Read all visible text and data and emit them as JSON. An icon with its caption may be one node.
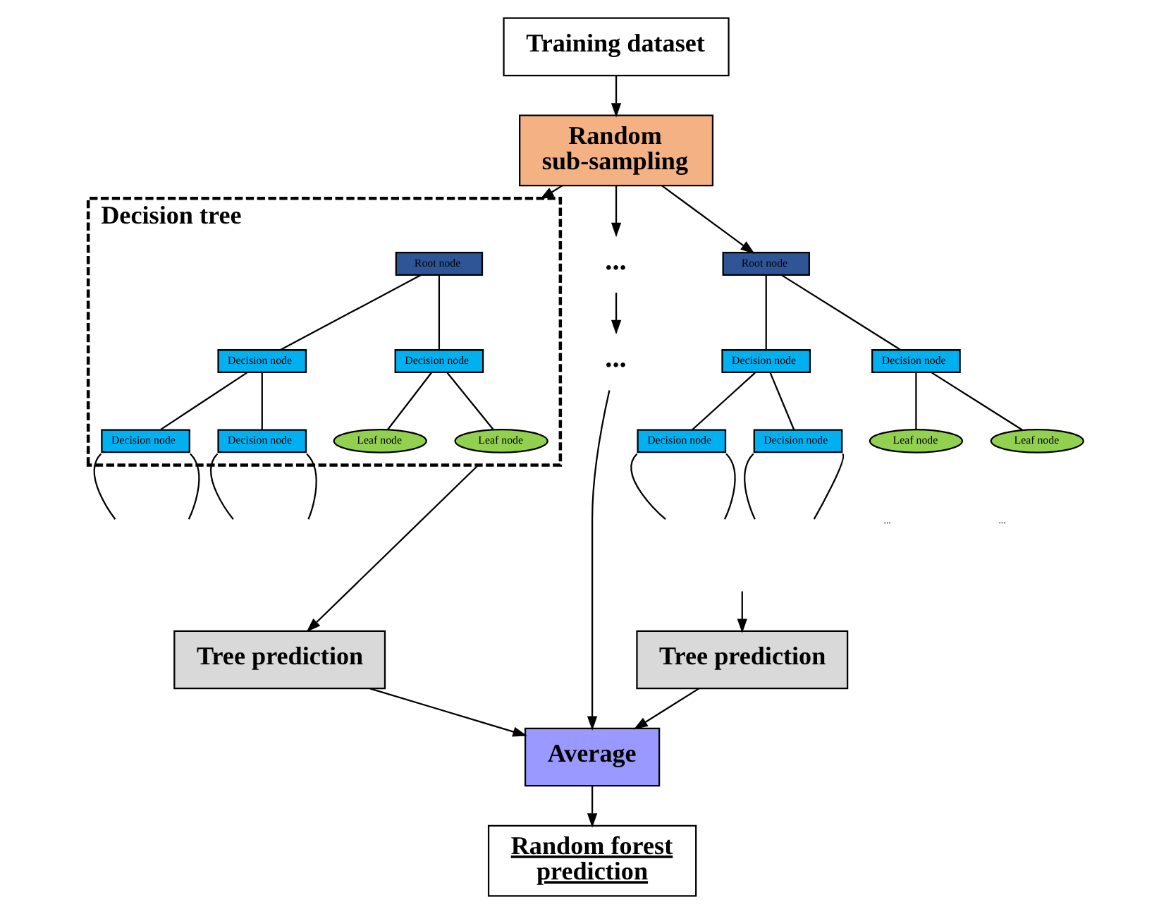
{
  "diagram": {
    "nodes": [
      {
        "text": [
          "Training dataset"
        ]
      },
      {
        "text": [
          "Random sub-sampling"
        ]
      },
      {
        "text": [
          "Decision tree"
        ]
      },
      {
        "text": [
          "Root node"
        ],
        "in": 2
      },
      {
        "text": [
          "Decision node"
        ],
        "in": 2
      },
      {
        "text": [
          "Decision node"
        ],
        "in": 2
      },
      {
        "text": [
          "Decision node"
        ],
        "in": 2
      },
      {
        "text": [
          "Decision node"
        ],
        "in": 2
      },
      {
        "text": [
          "Leaf node"
        ],
        "in": 2
      },
      {
        "text": [
          "Leaf node"
        ],
        "in": 2
      },
      {
        "text": [
          "..."
        ]
      },
      {
        "text": [
          "Root node"
        ]
      },
      {
        "text": [
          "Decision node"
        ]
      },
      {
        "text": [
          "Decision node"
        ]
      },
      {
        "text": [
          "Decision node"
        ]
      },
      {
        "text": [
          "Decision node"
        ]
      },
      {
        "text": [
          "Leaf node"
        ]
      },
      {
        "text": [
          "Leaf node"
        ]
      },
      {
        "text": [
          "..."
        ]
      },
      {
        "text": [
          "Tree prediction"
        ]
      },
      {
        "text": [
          "Tree prediction"
        ]
      },
      {
        "text": [
          "Average"
        ]
      },
      {
        "text": [
          "Random forest prediction"
        ]
      }
    ],
    "edges": [
      {
        "from": 0,
        "to": 1,
        "arrow": "to"
      },
      {
        "from": 1,
        "to": 2,
        "arrow": "to"
      },
      {
        "from": 1,
        "to": 10,
        "arrow": "to"
      },
      {
        "from": 1,
        "to": 11,
        "arrow": "to"
      },
      {
        "from": 3,
        "to": 4,
        "arrow": "none"
      },
      {
        "from": 3,
        "to": 5,
        "arrow": "none"
      },
      {
        "from": 4,
        "to": 6,
        "arrow": "none"
      },
      {
        "from": 4,
        "to": 7,
        "arrow": "none"
      },
      {
        "from": 5,
        "to": 8,
        "arrow": "none"
      },
      {
        "from": 5,
        "to": 9,
        "arrow": "none"
      },
      {
        "from": 6,
        "to": null,
        "arrow": "none"
      },
      {
        "from": 6,
        "to": null,
        "arrow": "none"
      },
      {
        "from": 7,
        "to": null,
        "arrow": "none"
      },
      {
        "from": 7,
        "to": null,
        "arrow": "none"
      },
      {
        "from": 11,
        "to": 12,
        "arrow": "none"
      },
      {
        "from": 11,
        "to": 13,
        "arrow": "none"
      },
      {
        "from": 12,
        "to": 14,
        "arrow": "none"
      },
      {
        "from": 12,
        "to": 15,
        "arrow": "none"
      },
      {
        "from": 13,
        "to": 16,
        "arrow": "none"
      },
      {
        "from": 13,
        "to": 17,
        "arrow": "none"
      },
      {
        "from": 14,
        "to": null,
        "arrow": "none"
      },
      {
        "from": 14,
        "to": null,
        "arrow": "none"
      },
      {
        "from": 15,
        "to": null,
        "arrow": "none"
      },
      {
        "from": 15,
        "to": null,
        "arrow": "none"
      },
      {
        "from": 10,
        "to": 18,
        "arrow": "to"
      },
      {
        "from": 2,
        "to": 19,
        "arrow": "to"
      },
      {
        "from": null,
        "to": 20,
        "arrow": "to"
      },
      {
        "from": 19,
        "to": 21,
        "arrow": "to"
      },
      {
        "from": 18,
        "to": 21,
        "arrow": "to"
      },
      {
        "from": 20,
        "to": 21,
        "arrow": "to"
      },
      {
        "from": 21,
        "to": 22,
        "arrow": "to"
      }
    ],
    "labels": [
      "...",
      "..."
    ]
  }
}
